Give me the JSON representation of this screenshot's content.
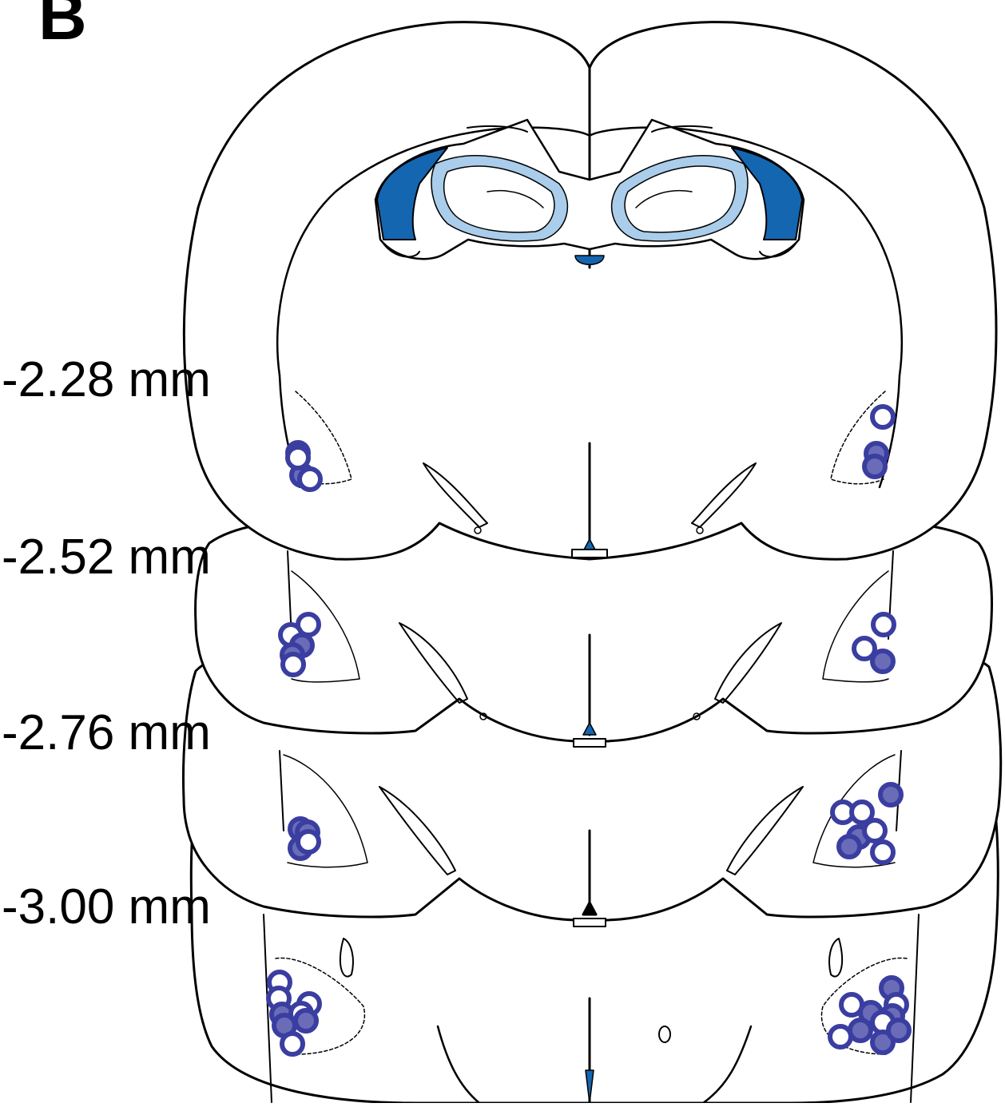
{
  "figure": {
    "panel_letter": "B",
    "levels": [
      {
        "label": "-2.28 mm"
      },
      {
        "label": "-2.52 mm"
      },
      {
        "label": "-2.76 mm"
      },
      {
        "label": "-3.00 mm"
      }
    ]
  },
  "colors": {
    "outline": "#000000",
    "marker_stroke": "#3a3ea0",
    "marker_fill_filled": "#6a6cb8",
    "marker_fill_open": "#ffffff",
    "hippocampus_dark": "#1466b0",
    "hippocampus_light": "#a9cdea"
  }
}
